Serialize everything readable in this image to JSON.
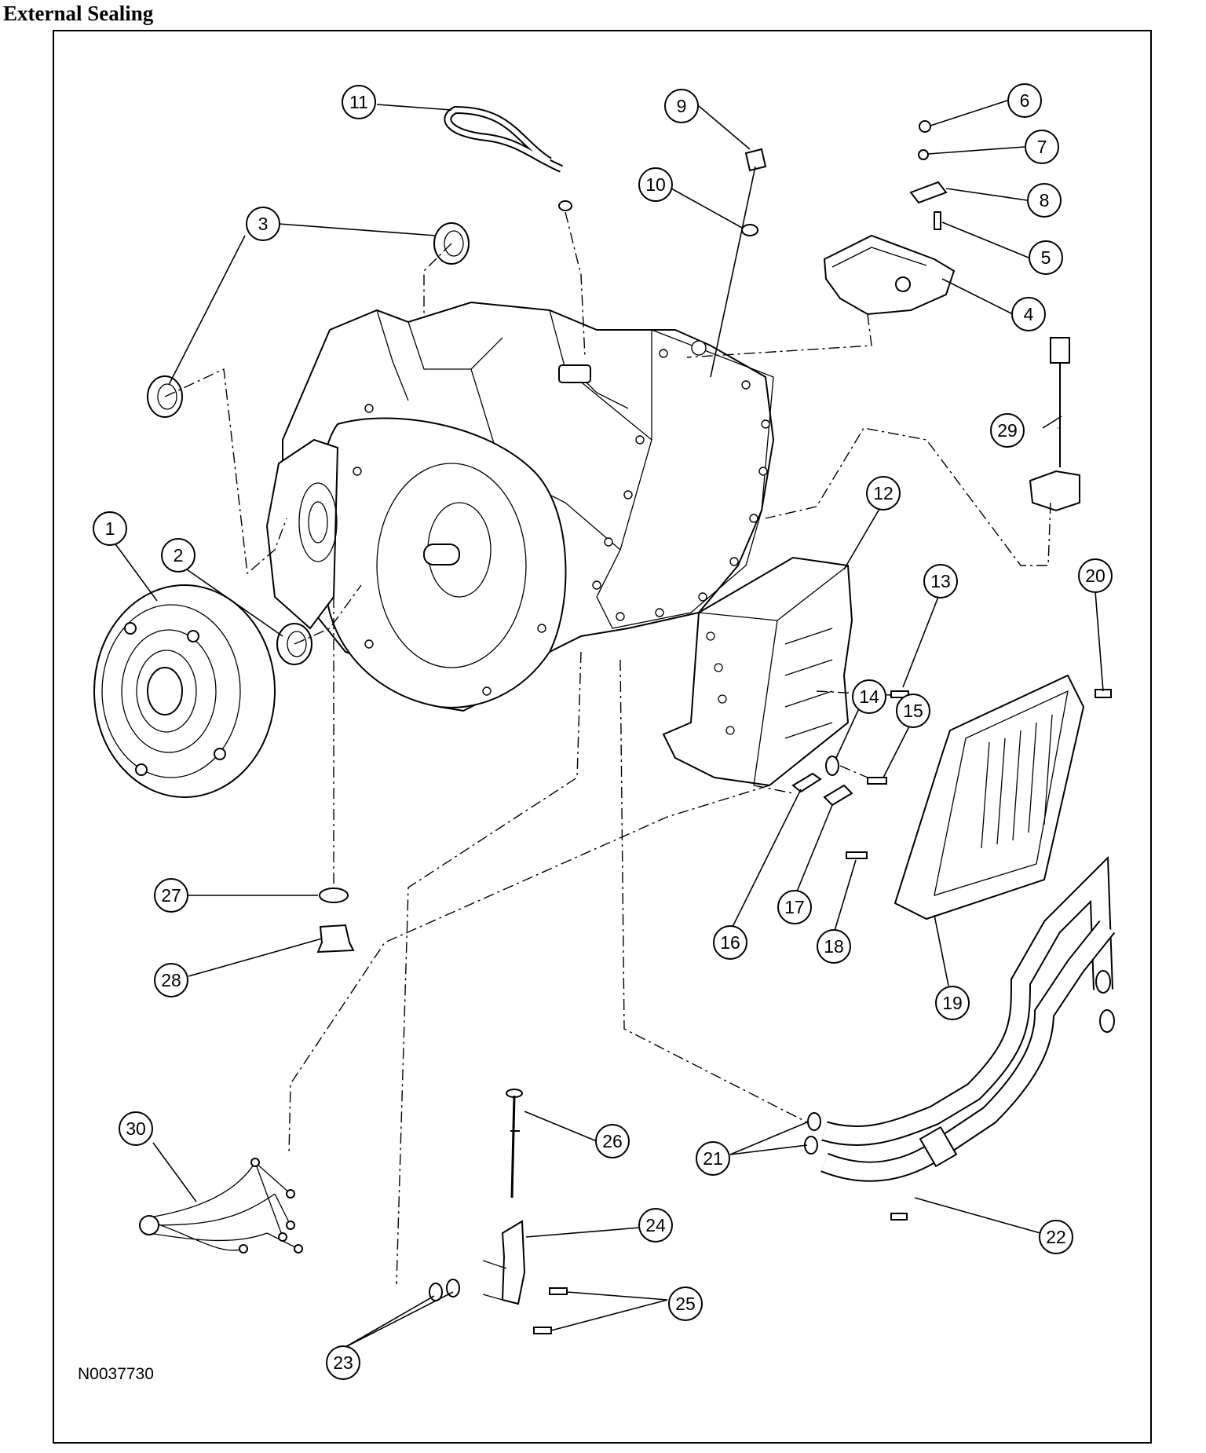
{
  "title": "External Sealing",
  "figure_id": "N0037730",
  "callouts": [
    "1",
    "2",
    "3",
    "4",
    "5",
    "6",
    "7",
    "8",
    "9",
    "10",
    "11",
    "12",
    "13",
    "14",
    "15",
    "16",
    "17",
    "18",
    "19",
    "20",
    "21",
    "22",
    "23",
    "24",
    "25",
    "26",
    "27",
    "28",
    "29",
    "30"
  ]
}
